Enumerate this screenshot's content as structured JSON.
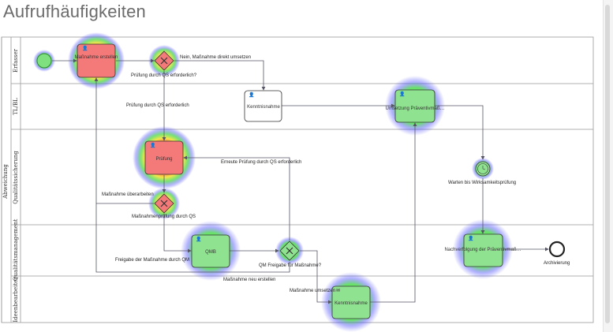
{
  "title": "Aufrufhäufigkeiten",
  "pool": {
    "label": "Abweichung"
  },
  "lanes": [
    {
      "label": "Erfasser"
    },
    {
      "label": "TL/BL"
    },
    {
      "label": "Qualitätssicherung"
    },
    {
      "label": "Qualitätsmanagement"
    },
    {
      "label": "Ideenbearbeiter"
    }
  ],
  "tasks": {
    "massnahme_erstellen": "Maßnahme erstellen",
    "kenntnisnahme_tl": "Kenntnisnahme",
    "umsetzung": "Umsetzung Präventivmaß…",
    "pruefung": "Prüfung",
    "qmb": "QMB",
    "nachverfolgung": "Nachverfolgung der Präventivmaß…",
    "kenntnisnahme_ideen": "Kenntnisnahme"
  },
  "events": {
    "archivierung": "Archivierung",
    "warten": "Warten bis Wirksamkeitsprüfung"
  },
  "flow_labels": {
    "gw1_top": "Nein, Maßnahme direkt umsetzen",
    "gw1_bottom": "Prüfung durch QS erforderlich?",
    "gw1_down": "Prüfung durch QS erforderlich",
    "erneute": "Erneute Prüfung durch QS erforderlich",
    "ueberarbeiten": "Maßnahme überarbeiten",
    "gw2_bottom": "Maßnahmenprüfung durch QS",
    "freigabe_qm": "Freigabe der Maßnahme durch QM",
    "qm_freigabe": "QM Freigabe für Maßnahme?",
    "neu_erstellen": "Maßnahme neu erstellen",
    "umsetzen": "Maßnahme umsetzen"
  },
  "colors": {
    "heat_hot": "#ff2a2a",
    "heat_cool": "#2bd62b",
    "heat_halo": "#3a3aff",
    "task_hot": "#f58080",
    "task_cool": "#8fe28f",
    "flow": "#555566"
  }
}
